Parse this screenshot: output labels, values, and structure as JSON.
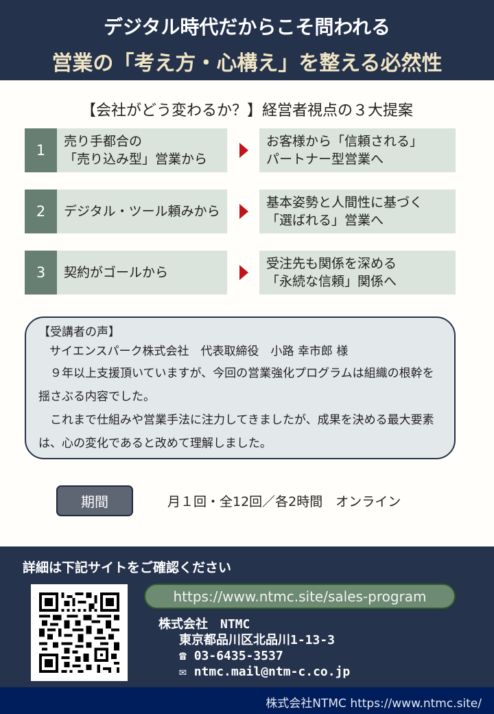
{
  "header": {
    "title_line1": "デジタル時代だからこそ問われる",
    "title_line2": "営業の「考え方・心構え」を整える必然性",
    "colors": {
      "background": "#24324c",
      "line1": "#ffffff",
      "line2": "#efe4c3"
    }
  },
  "proposals": {
    "heading": "【会社がどう変わるか？】経営者視点の３大提案",
    "items": [
      {
        "number": "1",
        "from_line1": "売り手都合の",
        "from_line2": "「売り込み型」営業から",
        "to_line1": "お客様から「信頼される」",
        "to_line2": "パートナー型営業へ"
      },
      {
        "number": "2",
        "from_line1": "デジタル・ツール頼みから",
        "from_line2": "",
        "to_line1": "基本姿勢と人間性に基づく",
        "to_line2": "「選ばれる」営業へ"
      },
      {
        "number": "3",
        "from_line1": "契約がゴールから",
        "from_line2": "",
        "to_line1": "受注先も関係を深める",
        "to_line2": "「永続な信頼」関係へ"
      }
    ],
    "arrow_icon": "triangle-right-icon",
    "colors": {
      "number_bg": "#667f72",
      "box_bg": "#dae4dc",
      "arrow": "#c0141b"
    }
  },
  "testimonial": {
    "heading": "【受講者の声】",
    "speaker": "サイエンスパーク株式会社　代表取締役　小路 幸市郎 様",
    "paragraph1": "９年以上支援頂いていますが、今回の営業強化プログラムは組織の根幹を揺さぶる内容でした。",
    "paragraph2": "これまで仕組みや営業手法に注力してきましたが、成果を決める最大要素は、心の変化であると改めて理解しました。"
  },
  "period": {
    "label": "期間",
    "value": "月１回・全12回／各2時間　オンライン"
  },
  "footer": {
    "heading": "詳細は下記サイトをご確認ください",
    "qr_icon": "qr-code-icon",
    "url": "https://www.ntmc.site/sales-program",
    "company": "株式会社　NTMC",
    "address": "東京都品川区北品川1-13-3",
    "phone_icon": "☎",
    "phone": "03-6435-3537",
    "mail_icon": "✉",
    "email": "ntmc.mail@ntm-c.co.jp"
  },
  "bottom_bar": {
    "text": "株式会社NTMC  https://www.ntmc.site/"
  }
}
